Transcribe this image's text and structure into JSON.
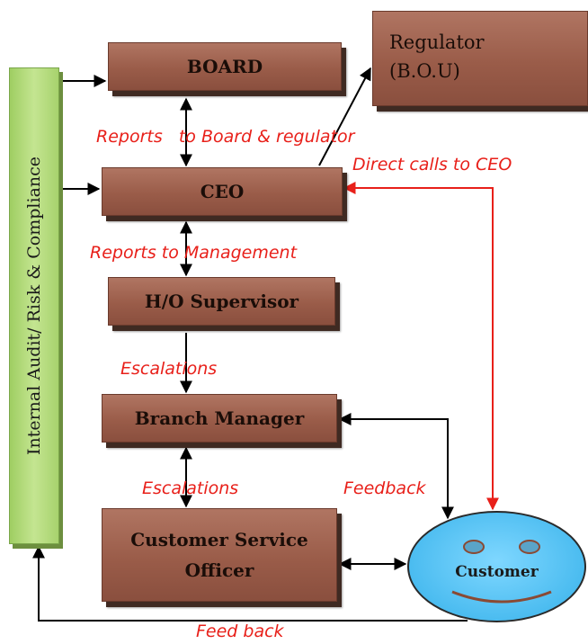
{
  "nodes": {
    "board": "BOARD",
    "regulator_line1": "Regulator",
    "regulator_line2": "(B.O.U)",
    "ceo": "CEO",
    "ho_supervisor": "H/O Supervisor",
    "branch_manager": "Branch Manager",
    "cso_line1": "Customer Service",
    "cso_line2": "Officer",
    "customer": "Customer",
    "audit": "Internal Audit/ Risk & Compliance"
  },
  "edge_labels": {
    "reports_board": "Reports   to Board & regulator",
    "direct_calls": "Direct calls to CEO",
    "reports_mgmt": "Reports to Management",
    "escalations_1": "Escalations",
    "escalations_2": "Escalations",
    "feedback": "Feedback",
    "feed_back": "Feed back"
  },
  "colors": {
    "box_fill": "#9a5c49",
    "box_shadow": "#3f2a22",
    "audit_fill": "#b8de84",
    "customer_fill": "#5cc6f4",
    "label_red": "#e8201a",
    "arrow_black": "#000000",
    "arrow_red": "#e8201a"
  }
}
